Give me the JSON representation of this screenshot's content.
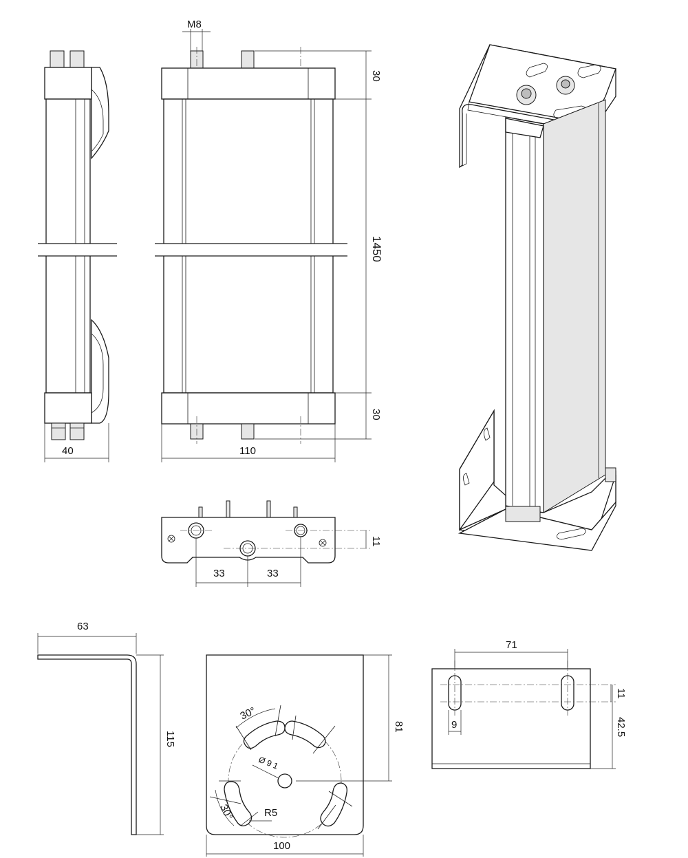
{
  "dimensions": {
    "thread": "M8",
    "top_cap": "30",
    "length": "1450",
    "bottom_cap": "30",
    "side_width": "40",
    "front_width": "110",
    "hole_offset": "11",
    "spacing_left": "33",
    "spacing_right": "33",
    "bracket_flange": "63",
    "bracket_height": "115",
    "plate_depth": "81",
    "angle_upper": "30°",
    "angle_lower": "30°",
    "hole_diameter": "Ø 9 1",
    "radius": "R5",
    "plate_width": "100",
    "slot_spacing": "71",
    "slot_offset": "11",
    "slot_height": "42.5",
    "slot_width": "9"
  }
}
